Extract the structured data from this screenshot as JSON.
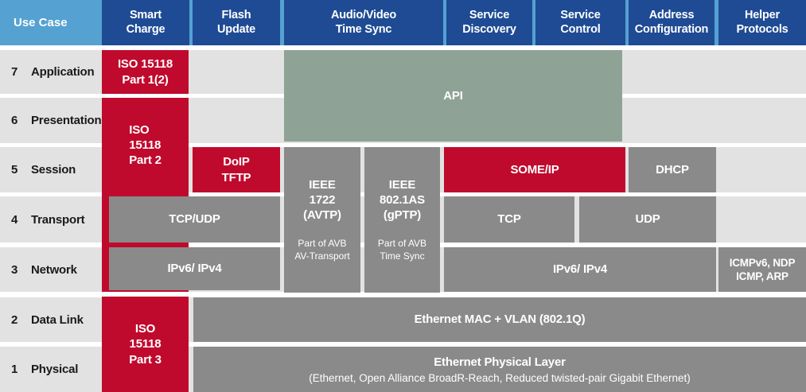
{
  "header": {
    "use_case": "Use Case",
    "columns": [
      {
        "label": "Smart\nCharge"
      },
      {
        "label": "Flash\nUpdate"
      },
      {
        "label": "Audio/Video\nTime Sync"
      },
      {
        "label": "Service\nDiscovery"
      },
      {
        "label": "Service\nControl"
      },
      {
        "label": "Address\nConfiguration"
      },
      {
        "label": "Helper\nProtocols"
      }
    ]
  },
  "layers": [
    {
      "num": "7",
      "name": "Application"
    },
    {
      "num": "6",
      "name": "Presentation"
    },
    {
      "num": "5",
      "name": "Session"
    },
    {
      "num": "4",
      "name": "Transport"
    },
    {
      "num": "3",
      "name": "Network"
    },
    {
      "num": "2",
      "name": "Data Link"
    },
    {
      "num": "1",
      "name": "Physical"
    }
  ],
  "blocks": {
    "iso15118_part1": "ISO 15118\nPart 1(2)",
    "iso15118_part2": "ISO\n15118\nPart 2",
    "iso15118_part3": "ISO\n15118\nPart 3",
    "api": "API",
    "doip_tftp": "DoIP\nTFTP",
    "ieee1722": "IEEE\n1722\n(AVTP)",
    "ieee1722_note": "Part of AVB\nAV-Transport",
    "ieee8021as": "IEEE\n802.1AS\n(gPTP)",
    "ieee8021as_note": "Part of AVB\nTime Sync",
    "someip": "SOME/IP",
    "dhcp": "DHCP",
    "tcp_udp": "TCP/UDP",
    "tcp": "TCP",
    "udp": "UDP",
    "ipv6_ipv4_left": "IPv6/ IPv4",
    "ipv6_ipv4_right": "IPv6/ IPv4",
    "icmp": "ICMPv6, NDP\nICMP, ARP",
    "eth_mac": "Ethernet MAC + VLAN (802.1Q)",
    "eth_phy_title": "Ethernet Physical Layer",
    "eth_phy_sub": "(Ethernet, Open Alliance BroadR-Reach, Reduced twisted-pair Gigabit Ethernet)"
  },
  "colors": {
    "header_dark_blue": "#1e4b94",
    "header_light_blue": "#55a1d2",
    "protocol_red": "#c00a2d",
    "protocol_gray": "#8a8a8a",
    "row_light_gray": "#e2e2e2",
    "api_sage_green": "#8fa296"
  }
}
